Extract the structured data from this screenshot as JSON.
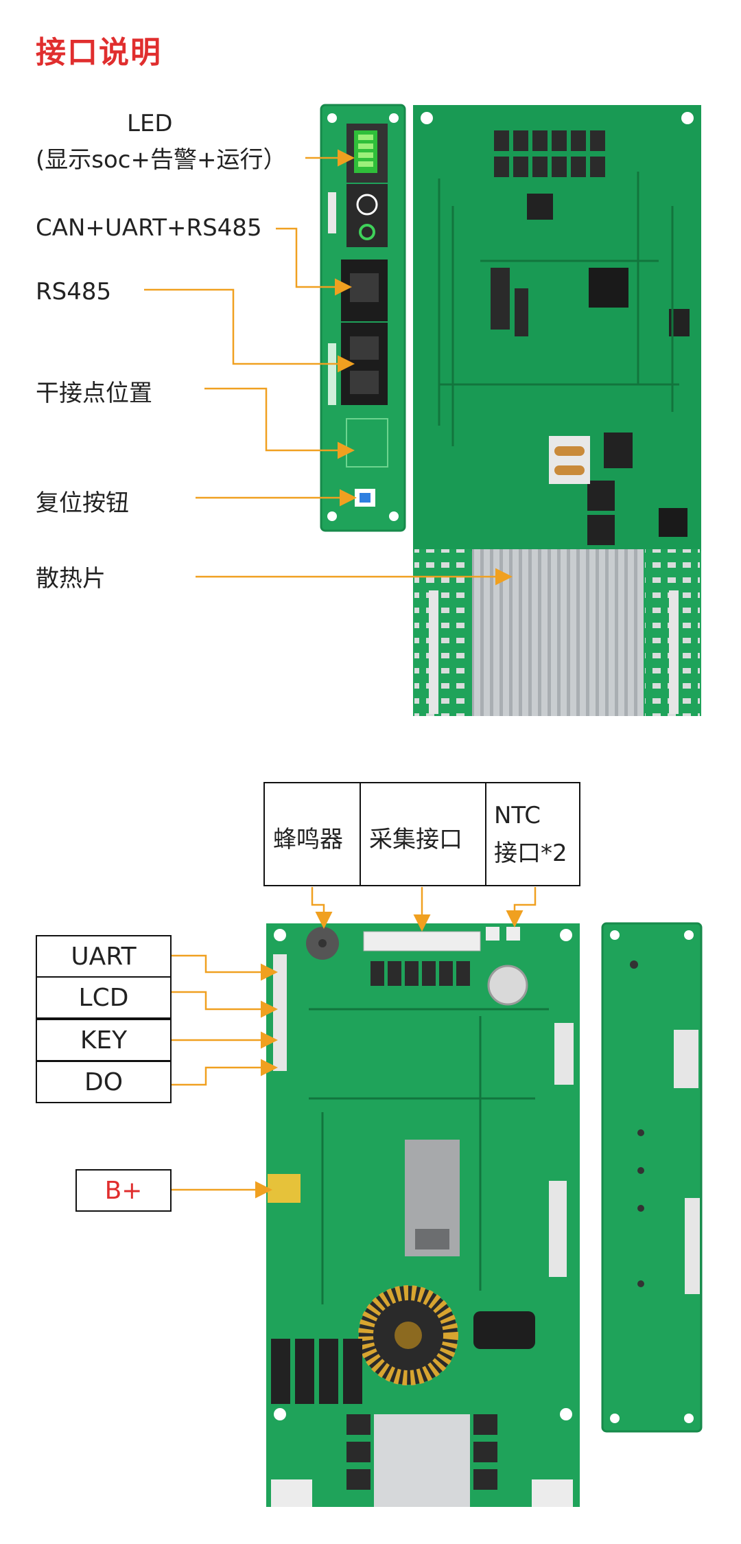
{
  "title": "接口说明",
  "top_labels": {
    "led_line1": "LED",
    "led_line2": "(显示soc+告警+运行）",
    "can": "CAN+UART+RS485",
    "rs485": "RS485",
    "dry_contact": "干接点位置",
    "reset": "复位按钮",
    "heatsink": "散热片"
  },
  "bottom_top_boxes": {
    "buzzer": "蜂鸣器",
    "collect": "采集接口",
    "ntc_line1": "NTC",
    "ntc_line2": "接口*2"
  },
  "bottom_left_boxes": {
    "uart": "UART",
    "lcd": "LCD",
    "key": "KEY",
    "do": "DO",
    "bplus": "B+"
  },
  "colors": {
    "title": "#e02e2e",
    "arrow": "#f0a020",
    "pcb": "#1fa35a",
    "pcb_dark": "#15803f",
    "heatsink": "#bfc3c6"
  }
}
